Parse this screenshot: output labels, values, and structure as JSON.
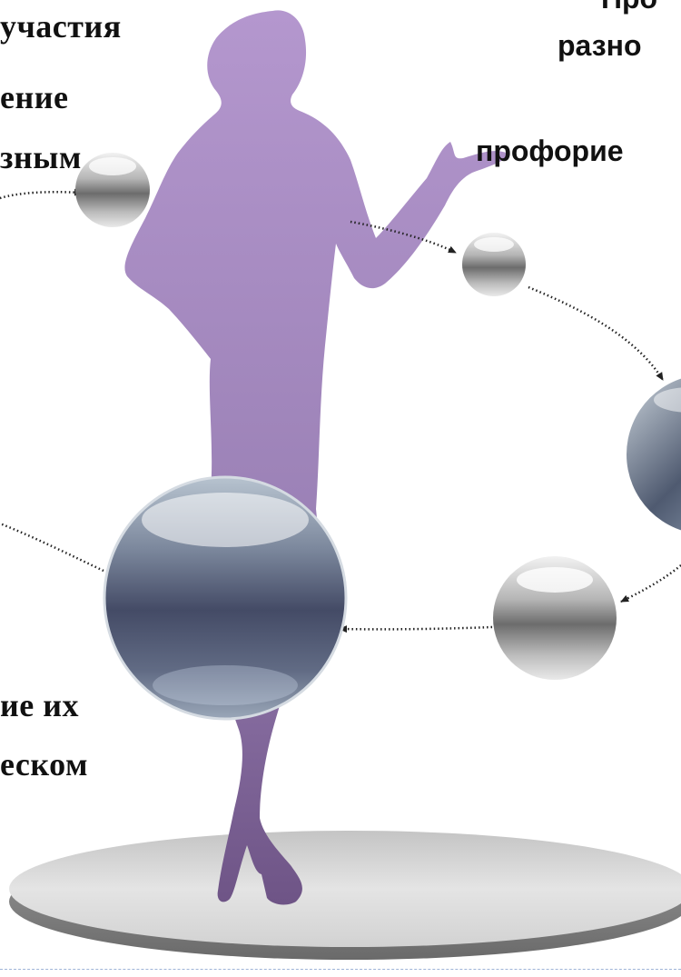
{
  "colors": {
    "silhouette_top": "#b497ce",
    "silhouette_bottom": "#6e5486",
    "arrow": "#222222",
    "platform": "#d8d8d8",
    "divider": "#9fb4d8"
  },
  "left_text": {
    "line1": "участия",
    "line2": "ение",
    "line3": "зным",
    "line4": "ие их",
    "line5": "еском"
  },
  "right_text": {
    "line1": "Про",
    "line2": "разно",
    "line3": "профорие"
  },
  "diagram": {
    "nodes": [
      "sphere-upper-left",
      "sphere-upper-right-small",
      "sphere-right-large",
      "sphere-lower-right",
      "sphere-lower-left-large"
    ],
    "connector_style": "dotted arrows"
  }
}
